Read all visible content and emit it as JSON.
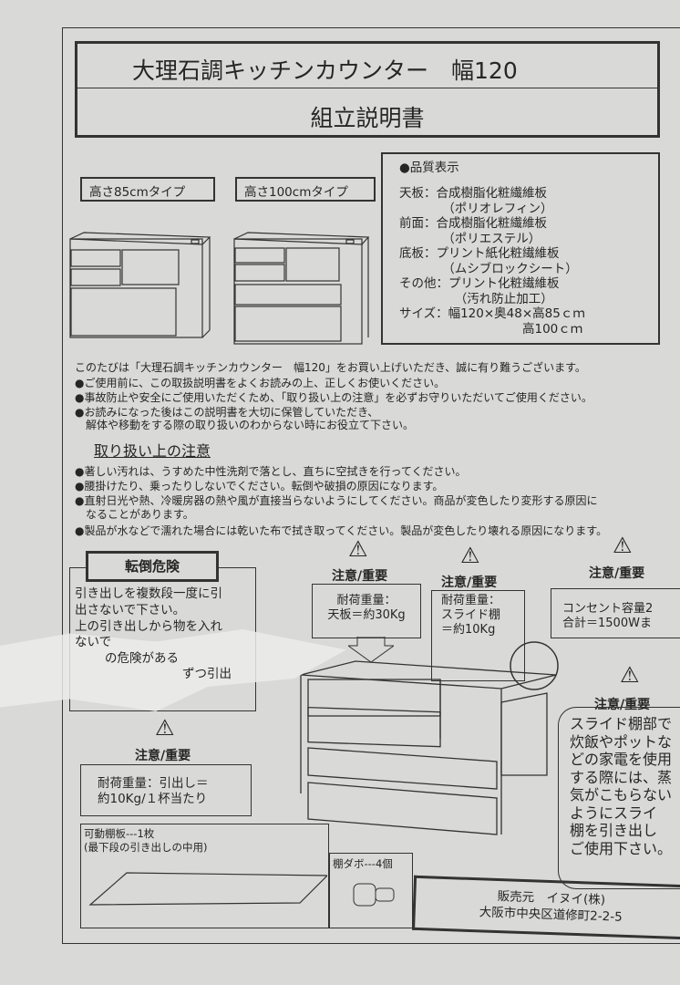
{
  "title": {
    "line1": "大理石調キッチンカウンター　幅120",
    "line2": "組立説明書"
  },
  "types": [
    "高さ85cmタイプ",
    "高さ100cmタイプ"
  ],
  "quality": {
    "heading": "●品質表示",
    "lines": [
      "天板：合成樹脂化粧繊維板",
      "　　　　（ポリオレフィン）",
      "前面：合成樹脂化粧繊維板",
      "　　　　（ポリエステル）",
      "底板：プリント紙化粧繊維板",
      "　　　　（ムシブロックシート）",
      "その他：プリント化粧繊維板",
      "　　　　　（汚れ防止加工）",
      "サイズ：幅120×奥48×高85ｃｍ",
      "　　　　　　　　　　高100ｃｍ"
    ]
  },
  "intro": [
    "このたびは「大理石調キッチンカウンター　幅120」をお買い上げいただき、誠に有り難うございます。",
    "●ご使用前に、この取扱説明書をよくお読みの上、正しくお使いください。",
    "●事故防止や安全にご使用いただくため、「取り扱い上の注意」を必ずお守りいただいてご使用ください。",
    "●お読みになった後はこの説明書を大切に保管していただき、",
    "　解体や移動をする際の取り扱いのわからない時にお役立て下さい。"
  ],
  "handling": {
    "heading": "取り扱い上の注意",
    "items": [
      "●著しい汚れは、うすめた中性洗剤で落とし、直ちに空拭きを行ってください。",
      "●腰掛けたり、乗ったりしないでください。転倒や破損の原因になります。",
      "●直射日光や熱、冷暖房器の熱や風が直接当らないようにしてください。商品が変色したり変形する原因に",
      "　なることがあります。",
      "●製品が水などで濡れた場合には乾いた布で拭き取ってください。製品が変色したり壊れる原因になります。"
    ]
  },
  "tipping": {
    "heading": "転倒危険",
    "lines": [
      "引き出しを複数段一度に引",
      "出さないで下さい。",
      "上の引き出しから物を入れ",
      "ないで",
      "の危険がある",
      "ずつ引出"
    ]
  },
  "caution_label": "注意/重要",
  "notes": {
    "top_load": [
      "耐荷重量：",
      "天板＝約30Kg"
    ],
    "slide_load": [
      "耐荷重量：",
      "スライド棚",
      "＝約10Kg"
    ],
    "outlet": [
      "コンセント容量2",
      "合計＝1500Wま"
    ],
    "drawer_load": [
      "耐荷重量：引出し＝",
      "約10Kg/１杯当たり"
    ],
    "slide_usage": [
      "スライド棚部で",
      "炊飯やポットな",
      "どの家電を使用",
      "する際には、蒸",
      "気がこもらない",
      "ようにスライ",
      "棚を引き出し",
      "ご使用下さい。"
    ]
  },
  "parts": {
    "shelf": [
      "可動棚板---1枚",
      "(最下段の引き出しの中用)"
    ],
    "dowel": "棚ダボ---4個"
  },
  "seller": {
    "line1": "販売元　イヌイ(株)",
    "line2": "大阪市中央区道修町2-2-5"
  }
}
